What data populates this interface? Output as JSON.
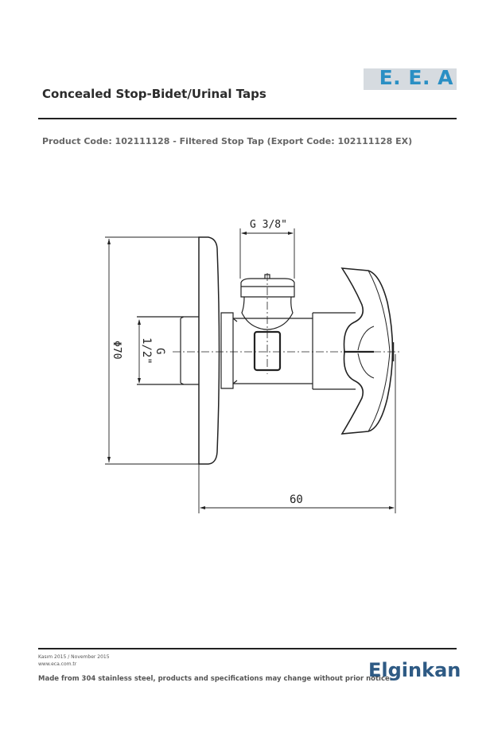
{
  "header": {
    "title": "Concealed Stop-Bidet/Urinal Taps",
    "logo_text": "E. E. A",
    "product_code": "Product Code: 102111128 - Filtered Stop Tap (Export Code: 102111128 EX)"
  },
  "drawing": {
    "dim_outlet": "G 3/8\"",
    "dim_diameter": "Φ70",
    "dim_inlet_g": "G",
    "dim_inlet_size": "1/2\"",
    "dim_length": "60"
  },
  "footer": {
    "date": "Kasım 2015 / November 2015",
    "website": "www.eca.com.tr",
    "notice": "Made from 304 stainless steel, products and specifications may change without prior notice.",
    "brand": "Elginkan"
  },
  "colors": {
    "logo_text": "#2a8fc4",
    "logo_bg": "#d6dbe0",
    "brand": "#2e5a84"
  }
}
